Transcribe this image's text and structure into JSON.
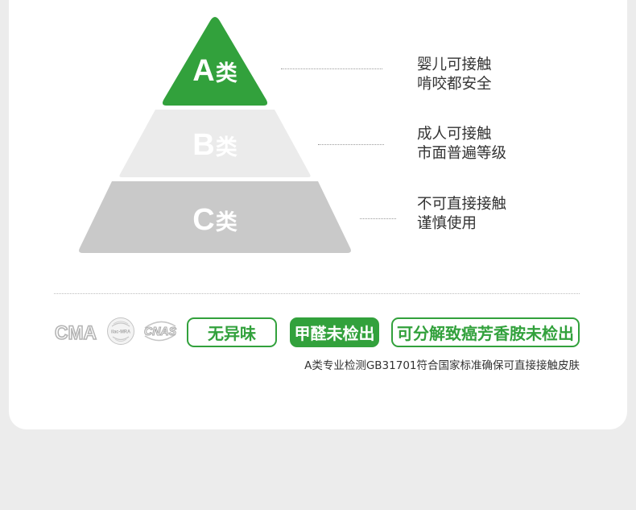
{
  "colors": {
    "accent_green": "#32a13c",
    "tier_b_fill": "#ebebeb",
    "tier_c_fill": "#c9c9c9",
    "text": "#333333",
    "page_background": "#ececec",
    "card_background": "#ffffff",
    "dotted_line": "#9a9a9a",
    "logo_gray": "#b3b3b3"
  },
  "pyramid": {
    "tiers": [
      {
        "letter": "A",
        "suffix": "类",
        "lines": [
          "婴儿可接触",
          "啃咬都安全"
        ]
      },
      {
        "letter": "B",
        "suffix": "类",
        "lines": [
          "成人可接触",
          "市面普遍等级"
        ]
      },
      {
        "letter": "C",
        "suffix": "类",
        "lines": [
          "不可直接接触",
          "谨慎使用"
        ]
      }
    ]
  },
  "certifications": {
    "logos": [
      {
        "icon": "cma-logo",
        "text": "CMA"
      },
      {
        "icon": "ilac-mra-logo",
        "text": "ilac-MRA"
      },
      {
        "icon": "cnas-logo",
        "text": "CNAS"
      }
    ],
    "badges": [
      {
        "label": "无异味"
      },
      {
        "label": "甲醛未检出"
      },
      {
        "label": "可分解致癌芳香胺未检出"
      }
    ]
  },
  "footnote": "A类专业检测GB31701符合国家标准确保可直接接触皮肤"
}
